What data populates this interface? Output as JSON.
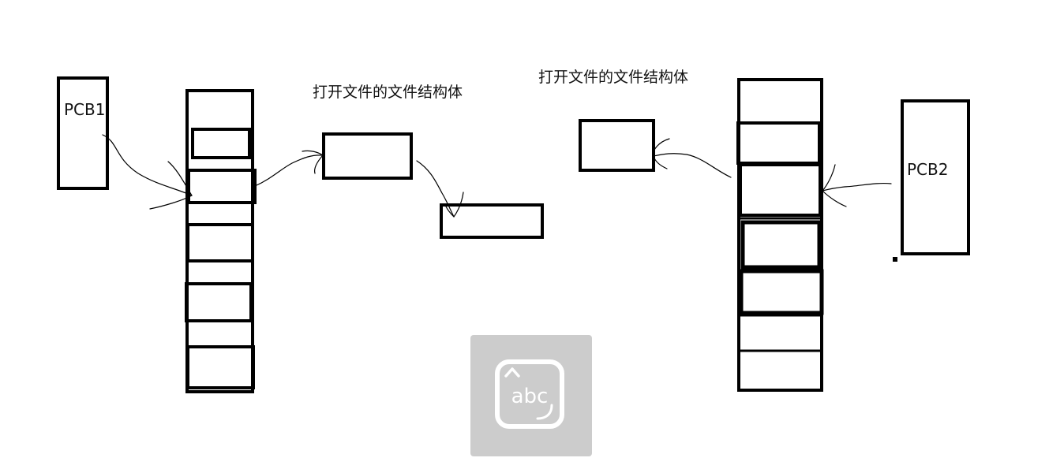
{
  "labels": {
    "pcb1": "PCB1",
    "pcb2": "PCB2",
    "file_struct_left": "打开文件的文件结构体",
    "file_struct_right": "打开文件的文件结构体"
  },
  "badge": {
    "text": "abc",
    "icon": "keyboard-abc-icon",
    "bg_color": "#cccccc"
  },
  "colors": {
    "stroke": "#000000",
    "background": "#ffffff"
  }
}
